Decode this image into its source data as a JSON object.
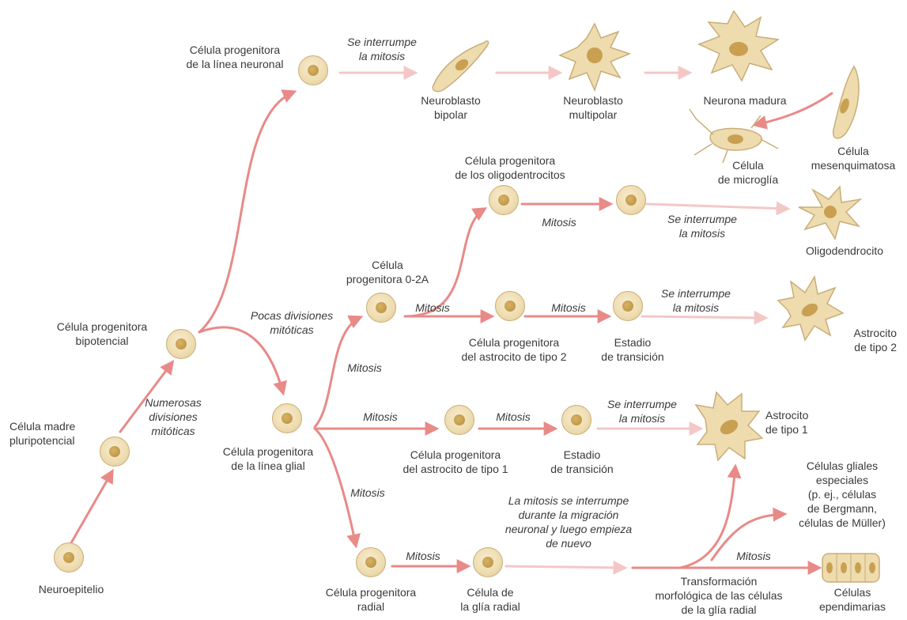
{
  "colors": {
    "arrow": "#e88a88",
    "arrow_light": "#f4c7c7",
    "cell_fill": "#f2e2b8",
    "cell_nucleus": "#c9a052",
    "text": "#3a3a3a"
  },
  "labels": {
    "neuronal_progenitor": "Célula progenitora\nde la línea neuronal",
    "stop_mitosis_1": "Se interrumpe\nla mitosis",
    "neuroblast_bipolar": "Neuroblasto\nbipolar",
    "neuroblast_multipolar": "Neuroblasto\nmultipolar",
    "mature_neuron": "Neurona madura",
    "microglia": "Célula\nde microglía",
    "mesenchymal": "Célula\nmesenquimatosa",
    "oligo_progenitor": "Célula progenitora\nde los oligodentrocitos",
    "mitosis_oligo": "Mitosis",
    "stop_mitosis_oligo": "Se interrumpe\nla mitosis",
    "oligodendrocyte": "Oligodendrocito",
    "o2a_progenitor": "Célula\nprogenitora 0-2A",
    "few_divisions": "Pocas divisiones\nmitóticas",
    "bipotential": "Célula progenitora\nbipotencial",
    "mitosis_o2a": "Mitosis",
    "mitosis_astro2": "Mitosis",
    "astro2_progenitor": "Célula progenitora\ndel astrocito de tipo 2",
    "transition_2": "Estadio\nde transición",
    "stop_mitosis_astro2": "Se interrumpe\nla mitosis",
    "astrocyte_2": "Astrocito\nde tipo 2",
    "mitosis_glial_up": "Mitosis",
    "numerous_divisions": "Numerosas\ndivisiones\nmitóticas",
    "pluripotent": "Célula madre\npluripotencial",
    "glial_progenitor": "Célula progenitora\nde la línea glial",
    "mitosis_glial_right": "Mitosis",
    "mitosis_astro1": "Mitosis",
    "astro1_progenitor": "Célula progenitora\ndel astrocito de tipo 1",
    "transition_1": "Estadio\nde transición",
    "stop_mitosis_astro1": "Se interrumpe\nla mitosis",
    "astrocyte_1": "Astrocito\nde tipo 1",
    "special_glia": "Células gliales\nespeciales\n(p. ej., células\nde Bergmann,\ncélulas de Müller)",
    "mitosis_glial_down": "Mitosis",
    "radial_mitosis_note": "La mitosis se interrumpe\ndurante la migración\nneuronal y luego empieza\nde nuevo",
    "mitosis_radial": "Mitosis",
    "mitosis_ependymal": "Mitosis",
    "neuroepithelium": "Neuroepitelio",
    "radial_progenitor": "Célula progenitora\nradial",
    "radial_glia": "Célula de\nla glía radial",
    "morph_transform": "Transformación\nmorfológica de las células\nde la glía radial",
    "ependymal": "Células\nependimarias"
  }
}
